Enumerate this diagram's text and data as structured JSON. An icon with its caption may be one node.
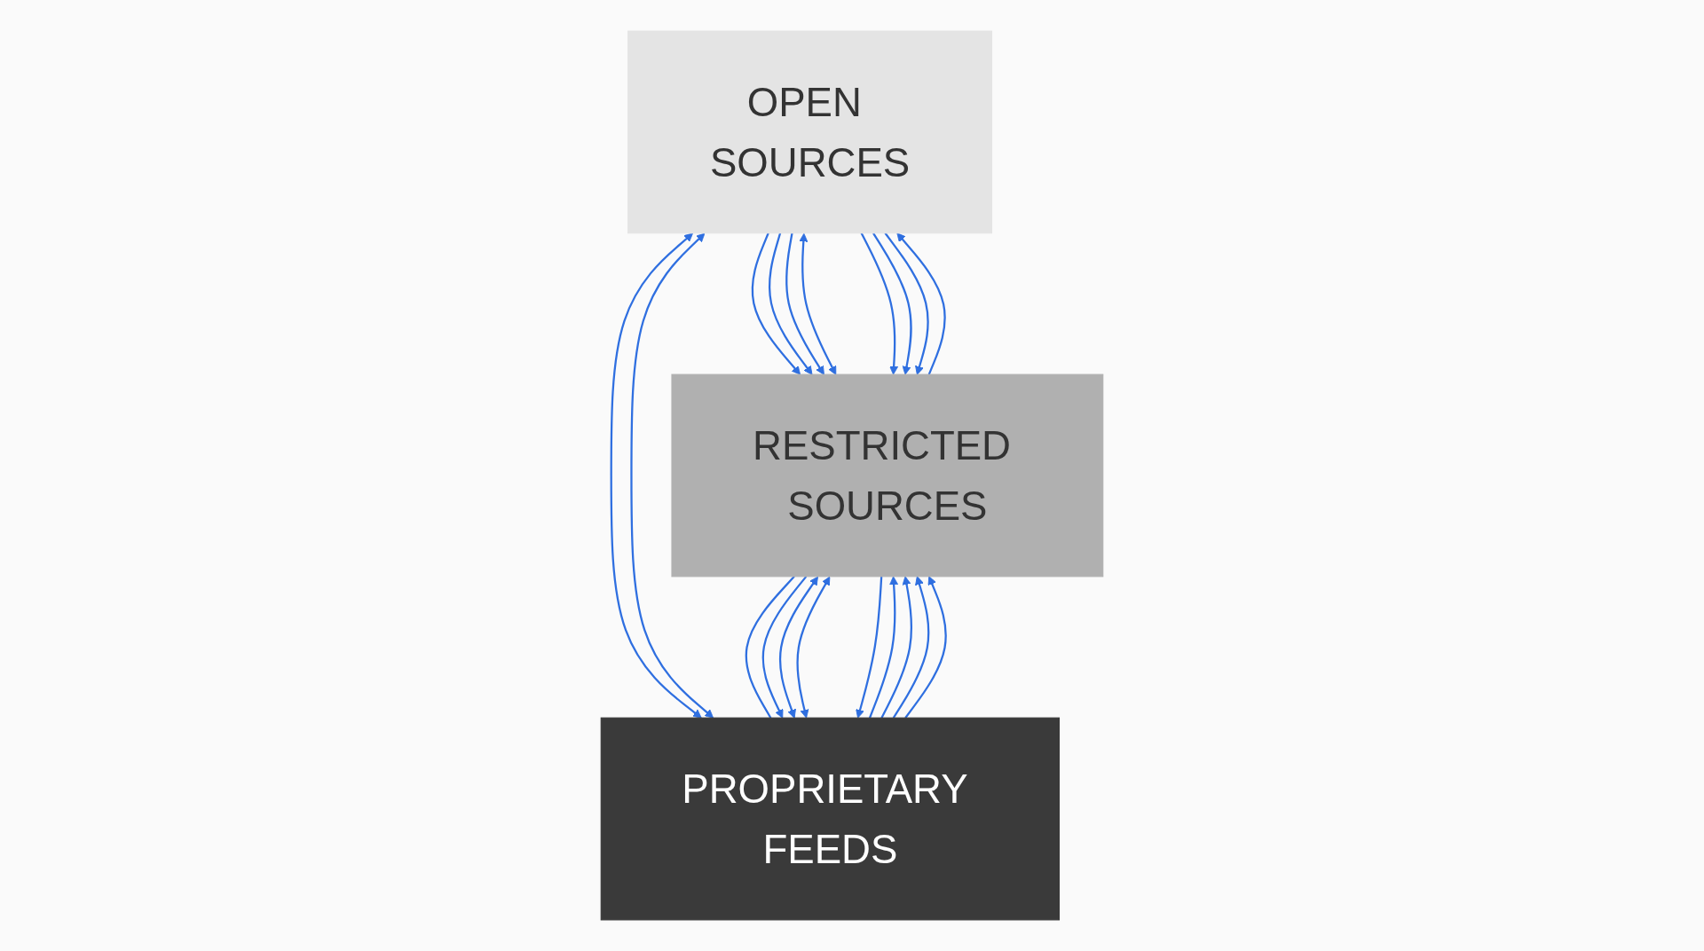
{
  "diagram": {
    "nodes": [
      {
        "text": [
          "OPEN SOURCES"
        ]
      },
      {
        "text": [
          "RESTRICTED SOURCES"
        ]
      },
      {
        "text": [
          "PROPRIETARY FEEDS"
        ]
      }
    ],
    "edges": [
      {
        "from": 0,
        "to": 1,
        "arrow": "to"
      },
      {
        "from": 0,
        "to": 1,
        "arrow": "to"
      },
      {
        "from": 0,
        "to": 2,
        "arrow": "both"
      },
      {
        "from": 0,
        "to": 1,
        "arrow": "to"
      },
      {
        "from": 0,
        "to": 1,
        "arrow": "both"
      },
      {
        "from": 0,
        "to": 1,
        "arrow": "to"
      },
      {
        "from": 0,
        "to": 2,
        "arrow": "both"
      },
      {
        "from": 1,
        "to": 0,
        "arrow": "to"
      },
      {
        "from": 0,
        "to": 1,
        "arrow": "to"
      },
      {
        "from": 0,
        "to": 1,
        "arrow": "to"
      },
      {
        "from": 2,
        "to": 1,
        "arrow": "to"
      },
      {
        "from": 2,
        "to": 1,
        "arrow": "to"
      },
      {
        "from": 1,
        "to": 2,
        "arrow": "none"
      },
      {
        "from": 1,
        "to": 2,
        "arrow": "to"
      },
      {
        "from": 1,
        "to": 2,
        "arrow": "both"
      },
      {
        "from": 2,
        "to": 1,
        "arrow": "to"
      },
      {
        "from": 2,
        "to": 1,
        "arrow": "to"
      },
      {
        "from": 1,
        "to": 2,
        "arrow": "both"
      },
      {
        "from": 1,
        "to": 2,
        "arrow": "to"
      }
    ]
  }
}
